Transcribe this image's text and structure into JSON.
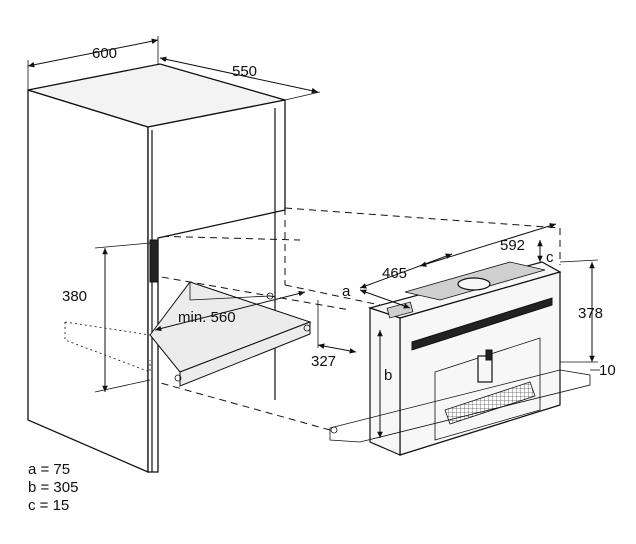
{
  "dimensions": {
    "cabinet_width": "600",
    "cabinet_depth": "550",
    "niche_height": "380",
    "shelf_depth": "min. 560",
    "offset_depth": "327",
    "appliance_width": "592",
    "appliance_depth": "465",
    "appliance_height": "378",
    "base_gap": "10"
  },
  "labels": {
    "a": "a",
    "b": "b",
    "c": "c"
  },
  "legend": [
    "a = 75",
    "b = 305",
    "c = 15"
  ]
}
